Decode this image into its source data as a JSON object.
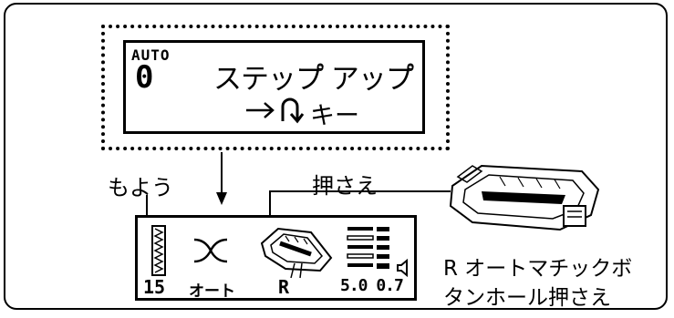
{
  "top_display": {
    "mode": "AUTO",
    "digit": "0",
    "message": "ステップ゚ アップ゚",
    "key_hint": "キー"
  },
  "labels": {
    "pattern": "もよう",
    "presser": "押さえ",
    "foot_name_line1": "R オートマチックボ",
    "foot_name_line2": "タンホール押さえ"
  },
  "bottom_display": {
    "pattern_number": "15",
    "mode": "オート",
    "foot": "R",
    "settings": "5.0 0.7"
  }
}
